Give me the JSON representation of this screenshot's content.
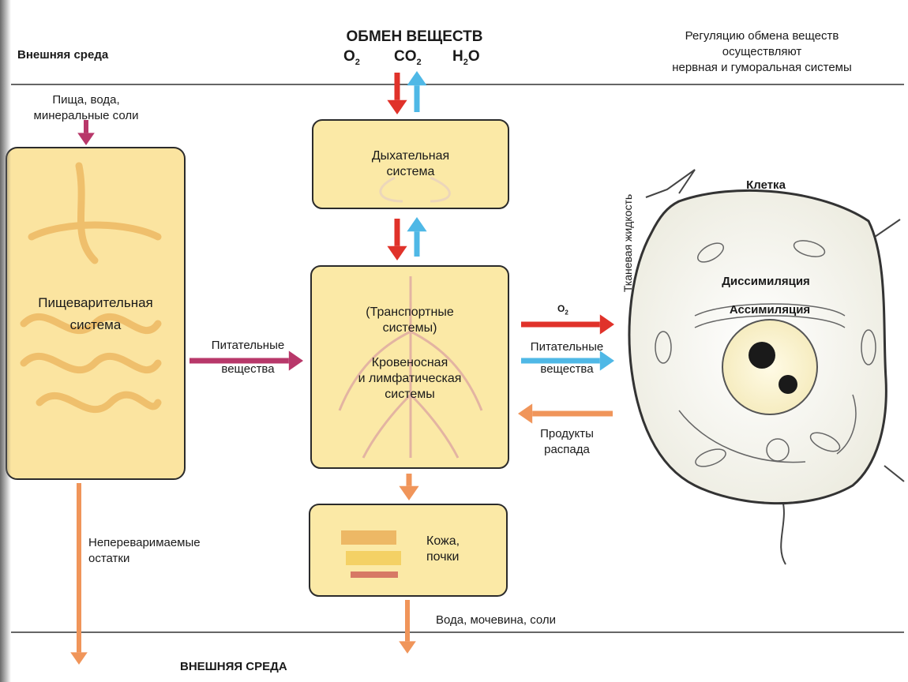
{
  "header": {
    "external_env_top": "Внешняя среда",
    "title": "ОБМЕН ВЕЩЕСТВ",
    "gases": [
      "O",
      "CO",
      "H",
      "O"
    ],
    "regulation": [
      "Регуляцию обмена веществ",
      "осуществляют",
      "нервная и гуморальная системы"
    ]
  },
  "inputs": {
    "food": [
      "Пища, вода,",
      "минеральные соли"
    ]
  },
  "boxes": {
    "digestive": [
      "Пищеварительная",
      "система"
    ],
    "respiratory": [
      "Дыхательная",
      "система"
    ],
    "transport": [
      "(Транспортные",
      "системы)",
      "Кровеносная",
      "и лимфатическая",
      "системы"
    ],
    "excretory": [
      "Кожа,",
      "почки"
    ]
  },
  "flows": {
    "nutrients_left": [
      "Питательные",
      "вещества"
    ],
    "o2_right": "O",
    "nutrients_right": [
      "Питательные",
      "вещества"
    ],
    "decay_products": [
      "Продукты",
      "распада"
    ],
    "undigested": [
      "Непереваримаемые",
      "остатки"
    ],
    "excreted": "Вода, мочевина, соли"
  },
  "cell": {
    "title": "Клетка",
    "tissue_fluid": "Тканевая жидкость",
    "dissimilation": "Диссимиляция",
    "assimilation": "Ассимиляция"
  },
  "footer": {
    "external_env_bottom": "ВНЕШНЯЯ СРЕДА"
  },
  "colors": {
    "red_arrow": "#e0322a",
    "blue_arrow": "#4fb8e6",
    "orange_arrow": "#f0955a",
    "magenta_arrow": "#b8386a",
    "box_fill": "#fbe9a6",
    "cell_fill": "#f6f6f0"
  }
}
